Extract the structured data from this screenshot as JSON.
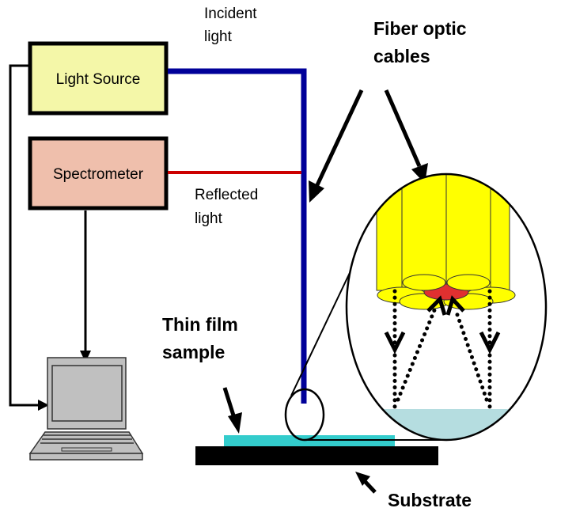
{
  "diagram": {
    "title": "Thin film reflectance measurement setup",
    "components": {
      "light_source": {
        "label": "Light Source",
        "color": "#f4f7a8"
      },
      "spectrometer": {
        "label": "Spectrometer",
        "color": "#efbfac"
      },
      "computer": {
        "label": "Laptop computer"
      }
    },
    "labels": {
      "incident_line1": "Incident",
      "incident_line2": "light",
      "reflected_line1": "Reflected",
      "reflected_line2": "light",
      "fiber_line1": "Fiber optic",
      "fiber_line2": "cables",
      "thin_film_line1": "Thin film",
      "thin_film_line2": "sample",
      "substrate": "Substrate"
    },
    "colors": {
      "incident_fiber": "#000099",
      "reflected_fiber": "#cc0000",
      "fiber_bundle": "#ffff00",
      "fiber_core": "#e03030",
      "thin_film": "#33cccc",
      "thin_film_zoomed": "#b5dde0",
      "substrate": "#000000",
      "laptop": "#c0c0c0"
    }
  }
}
